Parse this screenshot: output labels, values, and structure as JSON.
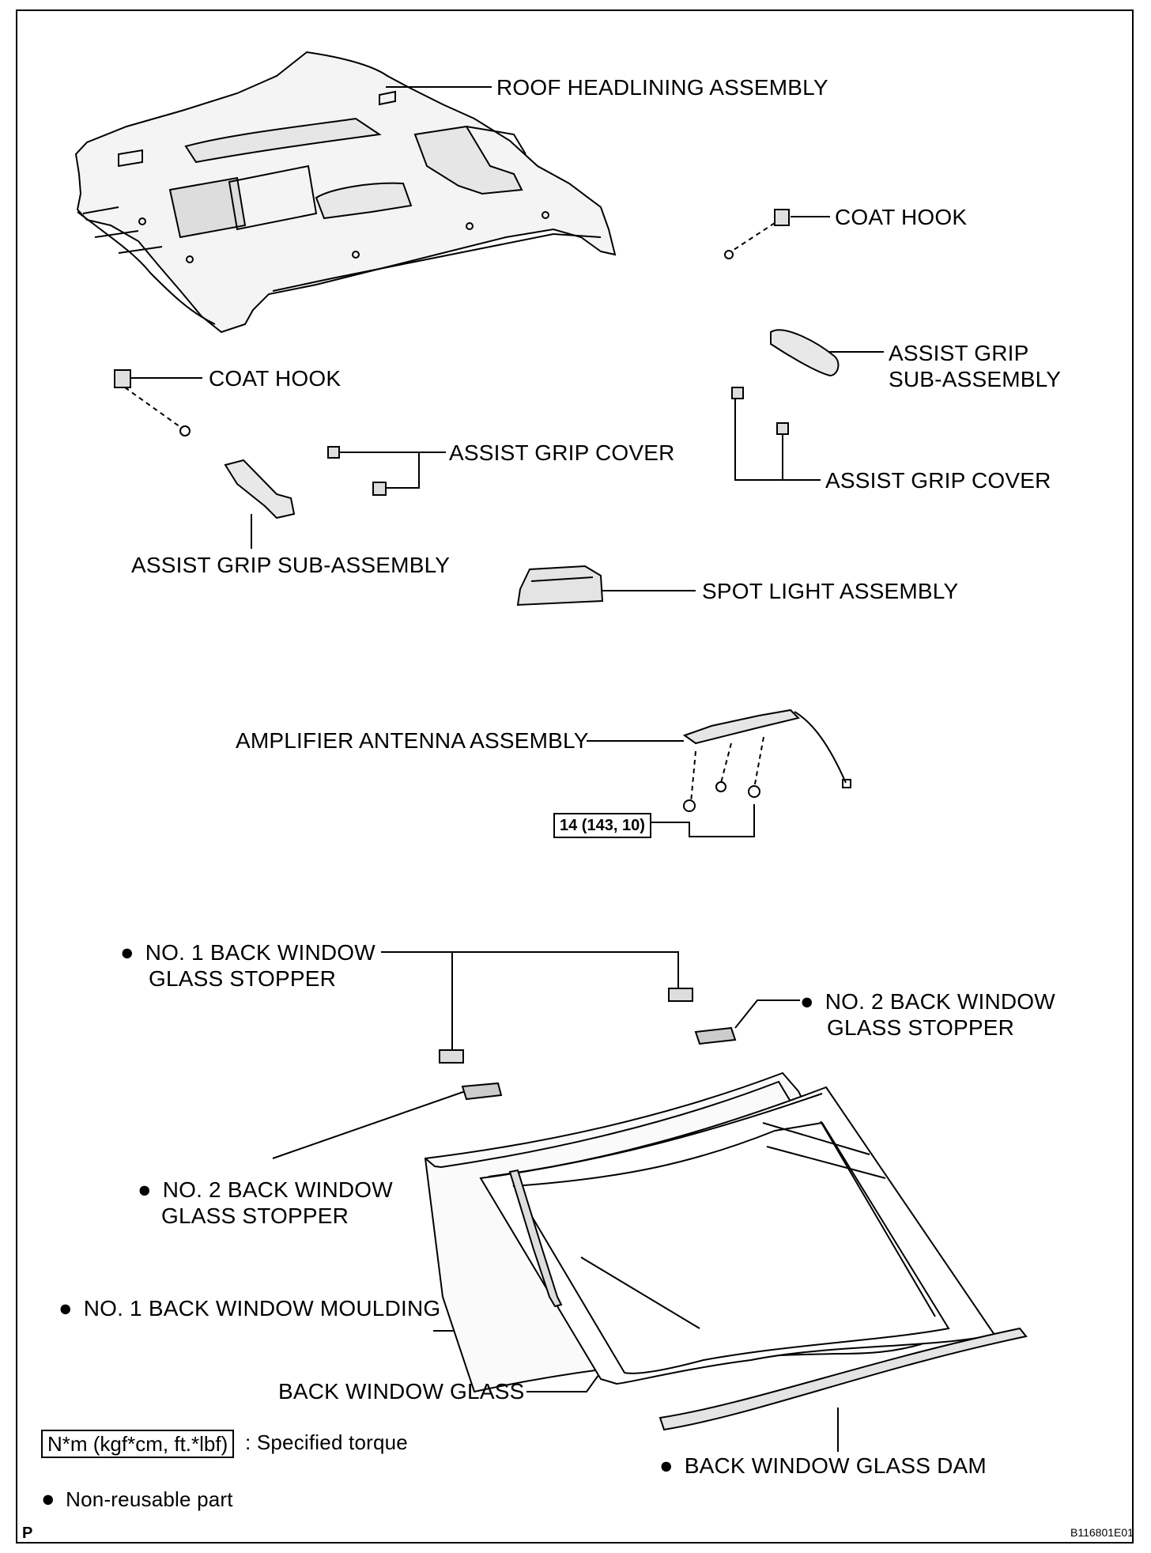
{
  "labels": {
    "roof_headlining": "ROOF HEADLINING ASSEMBLY",
    "coat_hook_right": "COAT HOOK",
    "coat_hook_left": "COAT HOOK",
    "assist_grip_sub_right_1": "ASSIST GRIP",
    "assist_grip_sub_right_2": "SUB-ASSEMBLY",
    "assist_grip_cover_left": "ASSIST GRIP COVER",
    "assist_grip_cover_right": "ASSIST GRIP COVER",
    "assist_grip_sub_left": "ASSIST GRIP SUB-ASSEMBLY",
    "spot_light": "SPOT LIGHT ASSEMBLY",
    "amplifier_antenna": "AMPLIFIER ANTENNA ASSEMBLY",
    "torque_value": "14 (143, 10)",
    "no1_stopper_1": "NO. 1 BACK WINDOW",
    "no1_stopper_2": "GLASS STOPPER",
    "no2_stopper_right_1": "NO. 2 BACK WINDOW",
    "no2_stopper_right_2": "GLASS STOPPER",
    "no2_stopper_left_1": "NO. 2 BACK WINDOW",
    "no2_stopper_left_2": "GLASS STOPPER",
    "moulding": "NO. 1 BACK WINDOW MOULDING",
    "back_window_glass": "BACK WINDOW GLASS",
    "glass_dam": "BACK WINDOW GLASS DAM"
  },
  "legend": {
    "torque_unit": "N*m (kgf*cm, ft.*lbf)",
    "torque_text": ": Specified torque",
    "non_reusable": "Non-reusable part"
  },
  "footer": {
    "corner_letter": "P",
    "figure_code": "B116801E01"
  }
}
